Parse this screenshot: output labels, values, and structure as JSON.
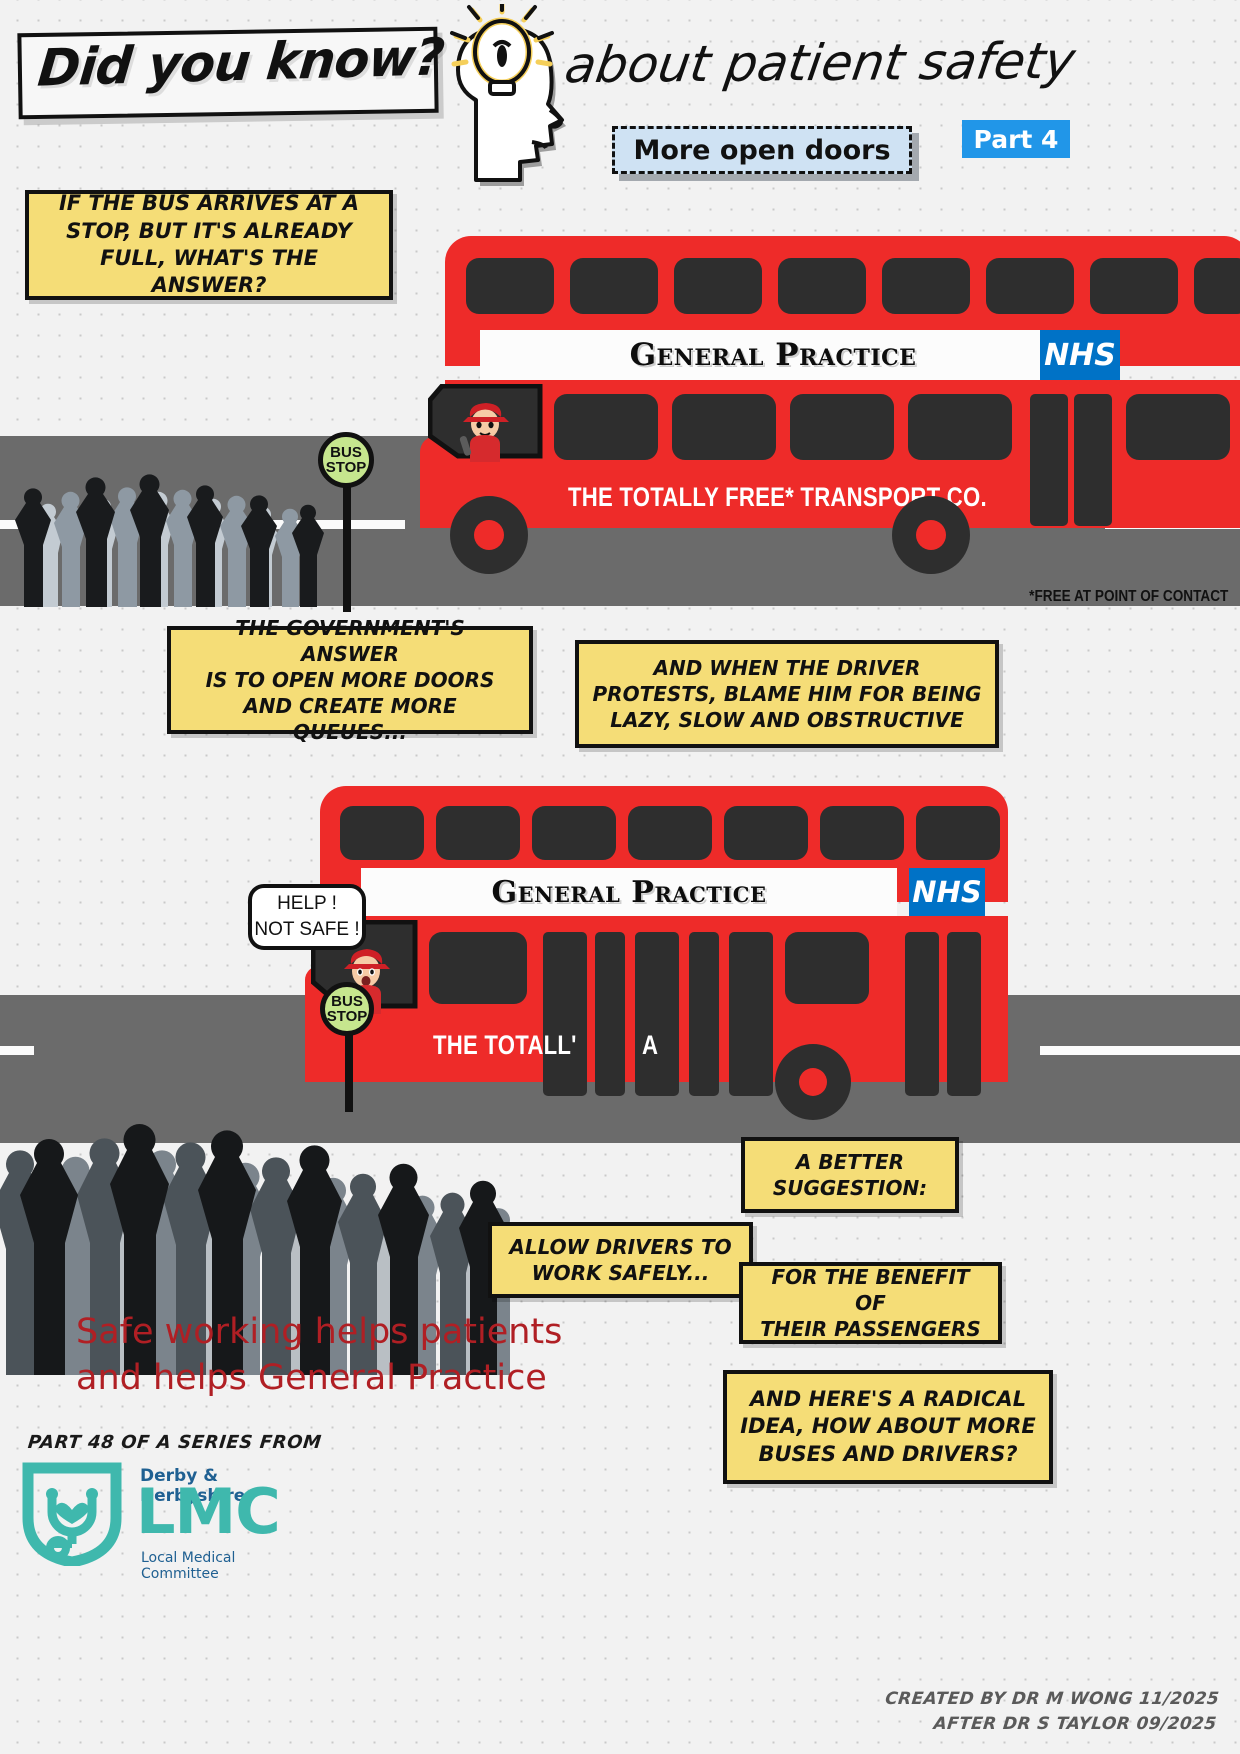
{
  "header": {
    "title": "Did you know?",
    "subtitle_right": "about patient safety",
    "topic_label": "More open doors",
    "part_label": "Part 4"
  },
  "captions": {
    "q1": "IF THE BUS ARRIVES AT A\nSTOP, BUT IT'S ALREADY\nFULL, WHAT'S THE ANSWER?",
    "c2": "THE GOVERNMENT'S ANSWER\nIS TO OPEN MORE DOORS\nAND CREATE MORE QUEUES...",
    "c3": "AND WHEN THE DRIVER\nPROTESTS, BLAME HIM FOR BEING\nLAZY, SLOW AND OBSTRUCTIVE",
    "c4": "A BETTER\nSUGGESTION:",
    "c5": "ALLOW DRIVERS TO\nWORK SAFELY...",
    "c6": "FOR THE BENEFIT OF\nTHEIR PASSENGERS",
    "c7": "AND HERE'S A RADICAL\nIDEA, HOW ABOUT MORE\nBUSES AND DRIVERS?"
  },
  "bus1": {
    "destination": "General Practice",
    "nhs": "NHS",
    "company": "THE TOTALLY FREE* TRANSPORT CO."
  },
  "bus2": {
    "destination": "General Practice",
    "nhs": "NHS",
    "company_visible_left": "THE TOTALL'",
    "company_visible_right": "A"
  },
  "footnote": "*FREE AT POINT OF CONTACT",
  "bus_stop": {
    "line1": "BUS",
    "line2": "STOP"
  },
  "driver_bubble": "HELP !\nNOT SAFE !",
  "tagline": "Safe working helps patients\nand helps General Practice",
  "footer": {
    "series": "PART 48 OF A SERIES FROM",
    "logo_top": "Derby & Derbyshire",
    "logo_main": "LMC",
    "logo_sub": "Local Medical Committee",
    "credit": "CREATED BY DR M WONG 11/2025\nAFTER DR S TAYLOR 09/2025"
  },
  "colors": {
    "bus_red": "#ee2b29",
    "caption_yellow": "#f5dd77",
    "nhs_blue": "#0072c6",
    "part_blue": "#2196e8",
    "tagline_red": "#b01f24",
    "lmc_teal": "#3fb8ad",
    "lmc_navy": "#1f6092",
    "stop_green": "#c6e68e"
  }
}
